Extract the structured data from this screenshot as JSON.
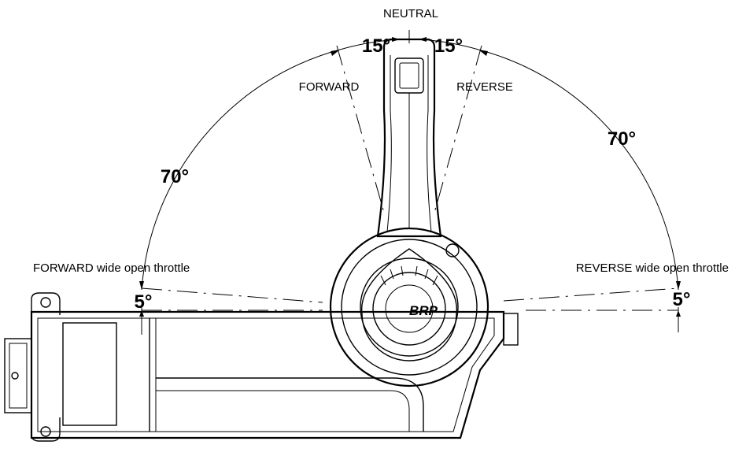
{
  "labels": {
    "neutral": "NEUTRAL",
    "forward": "FORWARD",
    "reverse": "REVERSE",
    "forward_wot": "FORWARD wide open throttle",
    "reverse_wot": "REVERSE wide open throttle"
  },
  "angles": {
    "neutral_forward": "15°",
    "neutral_reverse": "15°",
    "forward_range": "70°",
    "reverse_range": "70°",
    "forward_wot": "5°",
    "reverse_wot": "5°"
  },
  "logo": {
    "text": "BRP"
  },
  "colors": {
    "ink": "#000000",
    "background": "#ffffff"
  }
}
